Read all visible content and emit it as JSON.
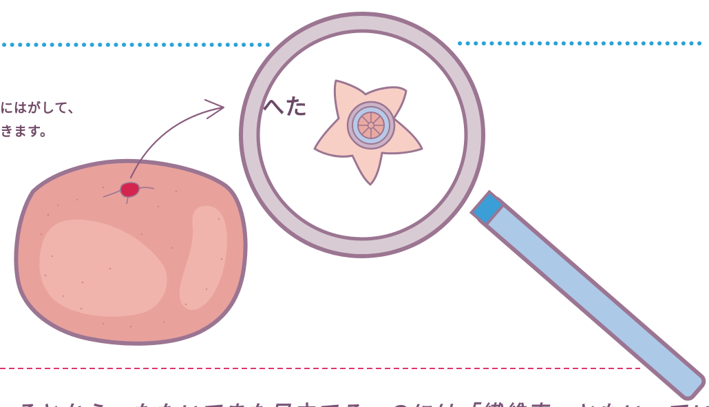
{
  "caption": {
    "line1": "にはがして、",
    "line2": "きます。"
  },
  "magnifier_label": "へた",
  "bottom_text": "そとから、たたいてまた目立てる。のには「繊維束」ともいっている",
  "colors": {
    "blue_dots": "#29a3d6",
    "pink_dashes": "#e0336e",
    "fruit_fill": "#e9a19c",
    "fruit_highlight": "#f0b4ac",
    "outline": "#9b7592",
    "lens_rim": "#d9cbd3",
    "handle_fill": "#acc9e8",
    "handle_band": "#3b9ed6",
    "stem_fill": "#d4254f",
    "calyx_fill": "#f7cfc5",
    "calyx_ring": "#b7c9e6",
    "calyx_center": "#e9a9a2",
    "arrow": "#8a5d7f",
    "text": "#6f4a66"
  },
  "icons": [
    "mandarin-fruit-icon",
    "magnifying-glass-icon",
    "calyx-star-icon",
    "arrow-icon"
  ]
}
